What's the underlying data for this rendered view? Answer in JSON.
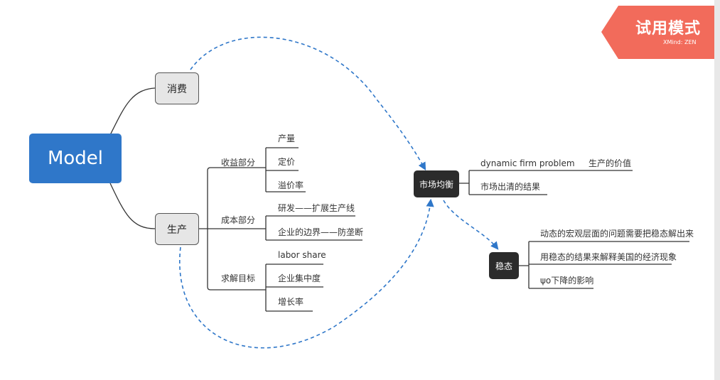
{
  "root": {
    "label": "Model"
  },
  "branches": {
    "consumption": {
      "label": "消费"
    },
    "production": {
      "label": "生产"
    }
  },
  "production_groups": {
    "revenue": {
      "label": "收益部分",
      "items": [
        "产量",
        "定价",
        "溢价率"
      ]
    },
    "cost": {
      "label": "成本部分",
      "items": [
        "研发——扩展生产线",
        "企业的边界——防垄断"
      ]
    },
    "objective": {
      "label": "求解目标",
      "items": [
        "labor share",
        "企业集中度",
        "增长率"
      ]
    }
  },
  "market": {
    "label": "市场均衡",
    "children": [
      "dynamic firm problem",
      "市场出清的结果"
    ],
    "sub": "生产的价值"
  },
  "steady": {
    "label": "稳态",
    "children": [
      "动态的宏观层面的问题需要把稳态解出来",
      "用稳态的结果来解释美国的经济现象",
      "ψo下降的影响"
    ]
  },
  "trial_badge": {
    "title": "试用模式",
    "brand": "XMind: ZEN"
  },
  "colors": {
    "root": "#2f77c9",
    "dashed_link": "#2f77c9",
    "badge": "#f26b5b",
    "dark_node": "#2b2b2b"
  }
}
